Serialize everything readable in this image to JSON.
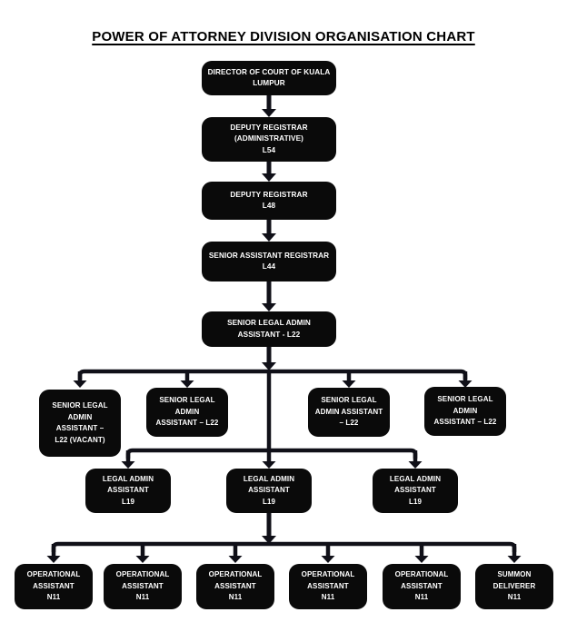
{
  "title": "POWER OF ATTORNEY DIVISION ORGANISATION CHART",
  "colors": {
    "node_bg": "#0a0a0a",
    "node_text": "#ffffff",
    "connector": "#101018",
    "page_bg": "#ffffff",
    "title_text": "#000000"
  },
  "nodes": {
    "director": {
      "label": "DIRECTOR OF COURT OF KUALA\nLUMPUR"
    },
    "deputy_registrar_admin": {
      "label": "DEPUTY REGISTRAR\n(ADMINISTRATIVE)\nL54"
    },
    "deputy_registrar": {
      "label": "DEPUTY REGISTRAR\nL48"
    },
    "senior_assistant_registrar": {
      "label": "SENIOR ASSISTANT REGISTRAR\nL44"
    },
    "senior_legal_admin_head": {
      "label": "SENIOR LEGAL ADMIN\nASSISTANT - L22"
    },
    "senior_legal_admin_vacant": {
      "label": "SENIOR LEGAL\nADMIN\nASSISTANT –\nL22 (VACANT)"
    },
    "senior_legal_admin_2": {
      "label": "SENIOR LEGAL\nADMIN\nASSISTANT – L22"
    },
    "senior_legal_admin_3": {
      "label": "SENIOR LEGAL\nADMIN ASSISTANT\n– L22"
    },
    "senior_legal_admin_4": {
      "label": "SENIOR LEGAL\nADMIN\nASSISTANT – L22"
    },
    "legal_admin_1": {
      "label": "LEGAL ADMIN\nASSISTANT\nL19"
    },
    "legal_admin_2": {
      "label": "LEGAL ADMIN\nASSISTANT\nL19"
    },
    "legal_admin_3": {
      "label": "LEGAL ADMIN\nASSISTANT\nL19"
    },
    "operational_1": {
      "label": "OPERATIONAL\nASSISTANT\nN11"
    },
    "operational_2": {
      "label": "OPERATIONAL\nASSISTANT\nN11"
    },
    "operational_3": {
      "label": "OPERATIONAL\nASSISTANT\nN11"
    },
    "operational_4": {
      "label": "OPERATIONAL\nASSISTANT\nN11"
    },
    "operational_5": {
      "label": "OPERATIONAL\nASSISTANT\nN11"
    },
    "summon_deliverer": {
      "label": "SUMMON\nDELIVERER\nN11"
    }
  },
  "structure": {
    "chain": [
      "director",
      "deputy_registrar_admin",
      "deputy_registrar",
      "senior_assistant_registrar",
      "senior_legal_admin_head"
    ],
    "senior_legal_admin_head_children": [
      "senior_legal_admin_vacant",
      "senior_legal_admin_2",
      "senior_legal_admin_3",
      "senior_legal_admin_4",
      "legal_admin_row"
    ],
    "legal_admin_row": [
      "legal_admin_1",
      "legal_admin_2",
      "legal_admin_3"
    ],
    "legal_admin_2_children": [
      "operational_1",
      "operational_2",
      "operational_3",
      "operational_4",
      "operational_5",
      "summon_deliverer"
    ]
  }
}
